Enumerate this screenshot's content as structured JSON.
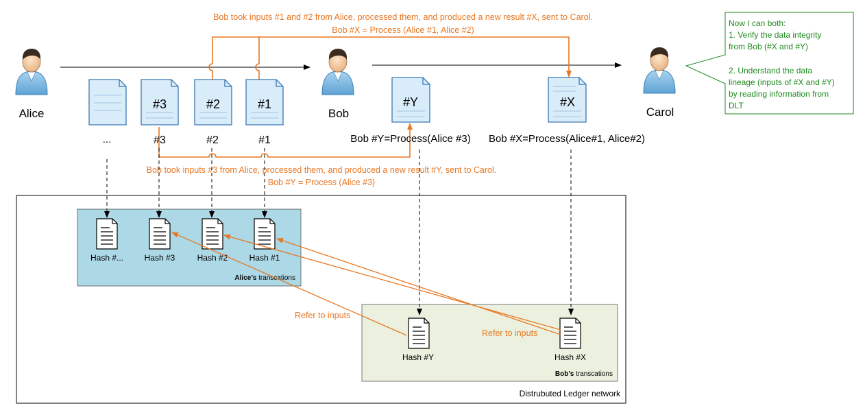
{
  "actors": {
    "alice": "Alice",
    "bob": "Bob",
    "carol": "Carol"
  },
  "alice_docs": {
    "ellipsis_label": "...",
    "doc3_text": "#3",
    "doc2_text": "#2",
    "doc1_text": "#1",
    "doc3_label": "#3",
    "doc2_label": "#2",
    "doc1_label": "#1"
  },
  "bob_docs": {
    "docY_text": "#Y",
    "docX_text": "#X",
    "docY_label": "Bob #Y=Process(Alice #3)",
    "docX_label": "Bob #X=Process(Alice#1, Alice#2)"
  },
  "notes": {
    "top_line1": "Bob took inputs #1 and #2 from Alice, processed them, and produced a new result #X, sent to Carol.",
    "top_line2": "Bob #X = Process (Alice #1, Alice #2)",
    "mid_line1": "Bob took inputs #3 from Alice, processed them, and produced a new result #Y, sent to Carol.",
    "mid_line2": "Bob #Y = Process (Alice #3)"
  },
  "callout": {
    "line1": "Now I can both:",
    "line2": "1. Verify the data integrity",
    "line3": "from Bob (#X and #Y)",
    "line4": "2. Understand the data",
    "line5": "lineage (inputs of #X and #Y)",
    "line6": "by reading information from",
    "line7": "DLT"
  },
  "ledger": {
    "network_label": "Distrubuted Ledger network",
    "alice_group_bold": "Alice’s",
    "alice_group_rest": " transcations",
    "bob_group_bold": "Bob’s",
    "bob_group_rest": " transcations",
    "hash_more": "Hash #...",
    "hash3": "Hash #3",
    "hash2": "Hash #2",
    "hash1": "Hash #1",
    "hashY": "Hash #Y",
    "hashX": "Hash #X",
    "refer_left": "Refer to inputs",
    "refer_right": "Refer to inputs"
  },
  "colors": {
    "orange": "#E87722",
    "green": "#1E8B1E",
    "alice_bg": "#ADD8E6",
    "bob_bg": "#EBF1DE",
    "doc_fill": "#D9ECFA",
    "doc_stroke": "#3A78B5"
  }
}
